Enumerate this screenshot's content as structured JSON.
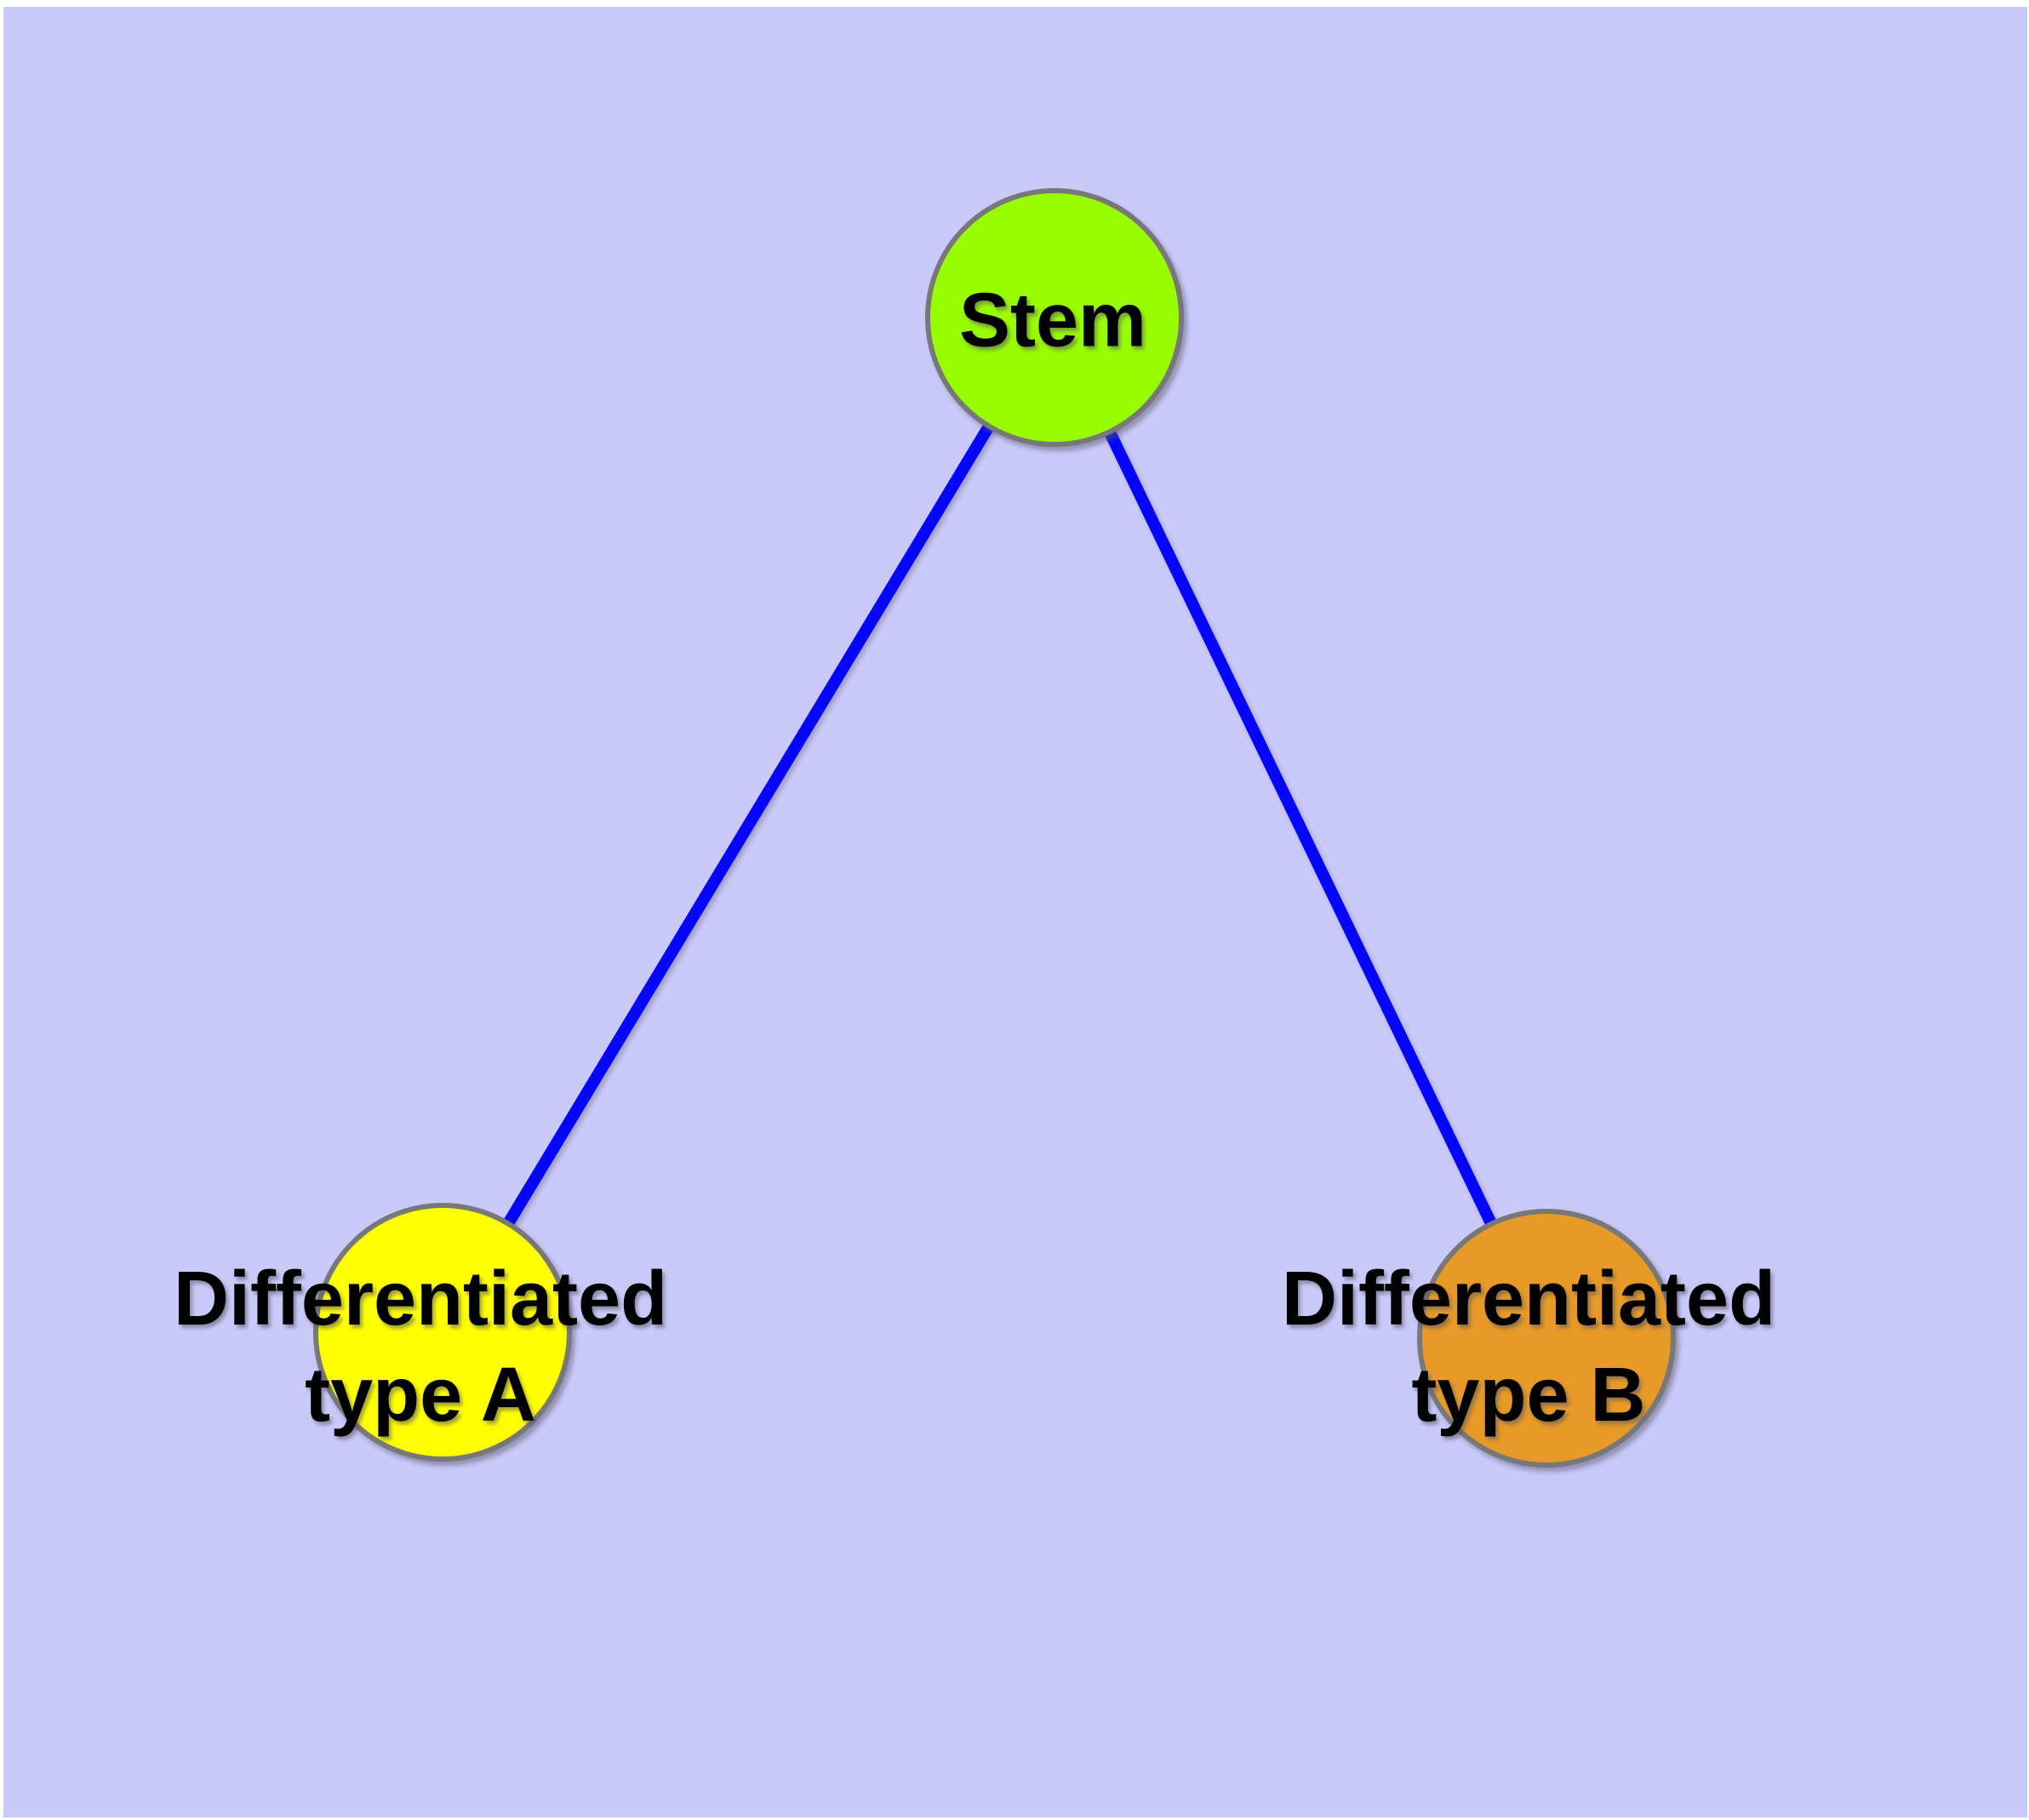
{
  "diagram": {
    "type": "graph",
    "background_color": "#CACAFA",
    "margin_color": "#FFFFFF",
    "edge_color": "#0505FA",
    "node_border_color": "#787878",
    "label_color": "#000000",
    "nodes": [
      {
        "id": "stem",
        "label": "Stem",
        "fill": "#99FD02"
      },
      {
        "id": "differentiated-type-a",
        "label": "Differentiated\ntype A",
        "fill": "#FFFF00"
      },
      {
        "id": "differentiated-type-b",
        "label": "Differentiated\ntype B",
        "fill": "#E89A26"
      }
    ],
    "edges": [
      {
        "from": "stem",
        "to": "differentiated-type-a"
      },
      {
        "from": "stem",
        "to": "differentiated-type-b"
      }
    ]
  }
}
